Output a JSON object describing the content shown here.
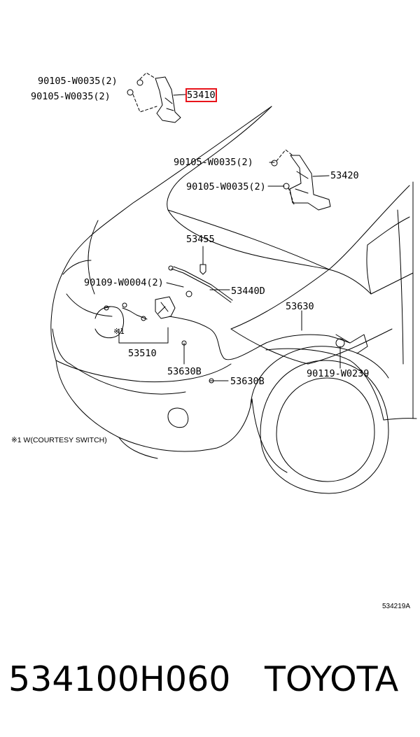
{
  "labels": {
    "l1": "90105-W0035(2)",
    "l2": "90105-W0035(2)",
    "l3": "53410",
    "l4": "90105-W0035(2)",
    "l5": "53420",
    "l6": "90105-W0035(2)",
    "l7": "53455",
    "l8": "90109-W0004(2)",
    "l9": "53440D",
    "l10": "53630",
    "l11": "53510",
    "l12": "53630B",
    "l13": "53630B",
    "l14": "90119-W0239"
  },
  "markers": {
    "x1": "※1"
  },
  "note": "※1 W(COURTESY SWITCH)",
  "figure_id": "534219A",
  "caption": {
    "part_number": "534100H060",
    "brand": "TOYOTA"
  },
  "highlight_color": "#e8141b"
}
